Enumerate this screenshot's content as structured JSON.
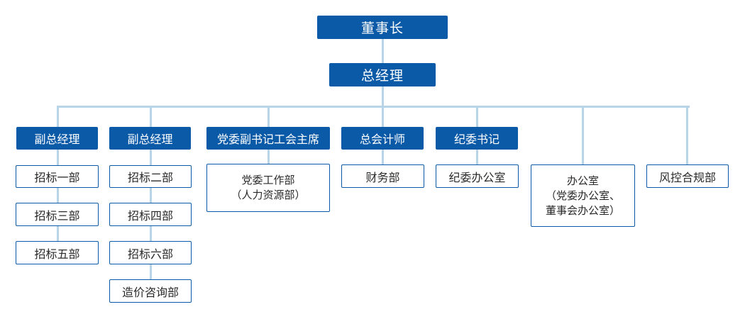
{
  "chairman": "董事长",
  "general_manager": "总经理",
  "divisions": [
    {
      "title": "副总经理",
      "departments": [
        [
          "招标一部"
        ],
        [
          "招标三部"
        ],
        [
          "招标五部"
        ]
      ]
    },
    {
      "title": "副总经理",
      "departments": [
        [
          "招标二部"
        ],
        [
          "招标四部"
        ],
        [
          "招标六部"
        ],
        [
          "造价咨询部"
        ]
      ]
    },
    {
      "title": "党委副书记工会主席",
      "departments": [
        [
          "党委工作部",
          "（人力资源部）"
        ]
      ]
    },
    {
      "title": "总会计师",
      "departments": [
        [
          "财务部"
        ]
      ]
    },
    {
      "title": "纪委书记",
      "departments": [
        [
          "纪委办公室"
        ]
      ]
    },
    {
      "title": "",
      "departments": [
        [
          "办公室",
          "（党委办公室、",
          "董事会办公室）"
        ]
      ]
    },
    {
      "title": "",
      "departments": [
        [
          "风控合规部"
        ]
      ]
    }
  ],
  "colors": {
    "filled_box": "#0b5aa8",
    "outline_border": "#0b5aa8",
    "connector": "#b8d4e8"
  }
}
